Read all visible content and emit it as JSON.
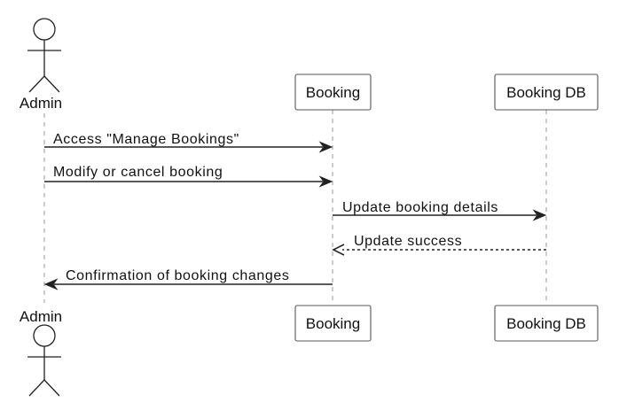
{
  "diagram": {
    "type": "sequence",
    "participants": [
      {
        "id": "admin",
        "kind": "actor",
        "label": "Admin"
      },
      {
        "id": "booking",
        "kind": "box",
        "label": "Booking"
      },
      {
        "id": "bookingdb",
        "kind": "box",
        "label": "Booking DB"
      }
    ],
    "messages": [
      {
        "from": "admin",
        "to": "booking",
        "label": "Access \"Manage Bookings\"",
        "style": "solid"
      },
      {
        "from": "admin",
        "to": "booking",
        "label": "Modify or cancel booking",
        "style": "solid"
      },
      {
        "from": "booking",
        "to": "bookingdb",
        "label": "Update booking details",
        "style": "solid"
      },
      {
        "from": "bookingdb",
        "to": "booking",
        "label": "Update success",
        "style": "dashed"
      },
      {
        "from": "booking",
        "to": "admin",
        "label": "Confirmation of booking changes",
        "style": "solid"
      }
    ]
  }
}
